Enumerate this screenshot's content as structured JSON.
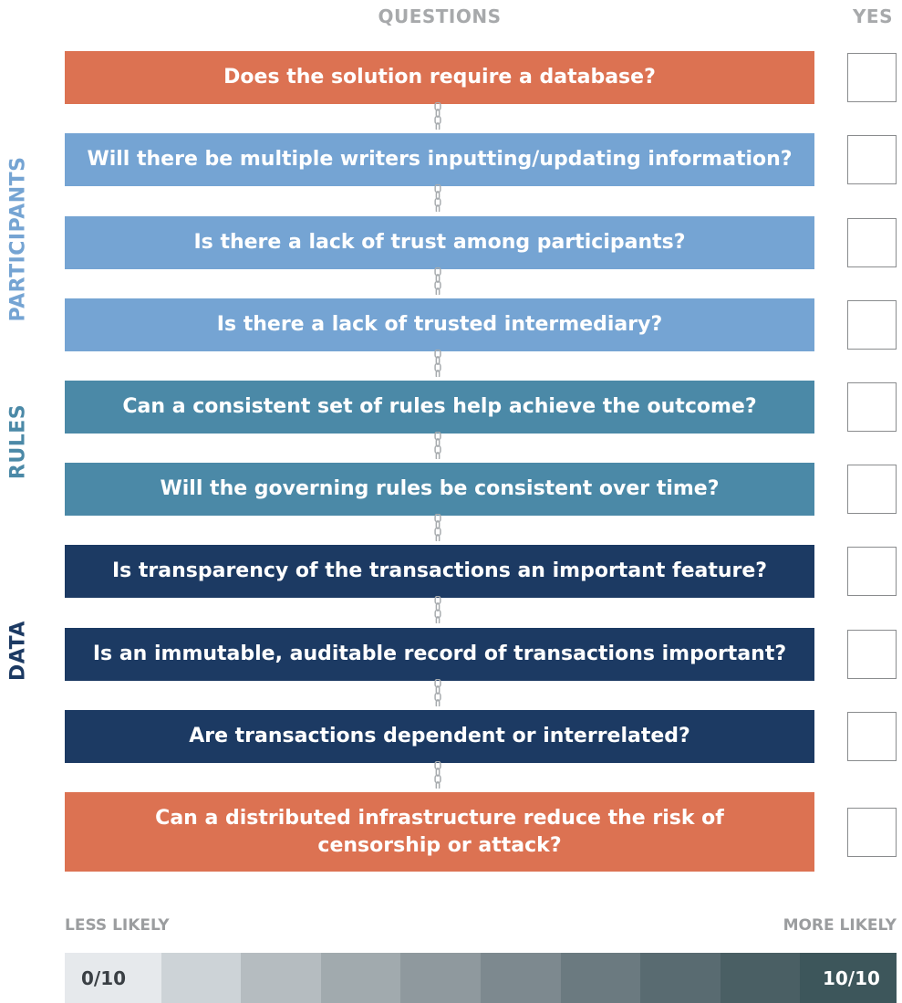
{
  "headers": {
    "questions": "QUESTIONS",
    "yes": "YES"
  },
  "side_labels": [
    {
      "text": "PARTICIPANTS",
      "color": "#75a4d3"
    },
    {
      "text": "RULES",
      "color": "#4b89a7"
    },
    {
      "text": "DATA",
      "color": "#1c3a63"
    }
  ],
  "colors": {
    "orange": "#dc7252",
    "light_blue": "#75a4d3",
    "mid_blue": "#4b89a7",
    "dark_navy": "#1c3a63"
  },
  "questions": [
    {
      "lines": [
        "Does the solution require a database?"
      ],
      "group": "orange",
      "checked": false
    },
    {
      "lines": [
        "Will there be multiple writers inputting/updating information?"
      ],
      "group": "light",
      "checked": false
    },
    {
      "lines": [
        "Is there a lack of trust among participants?"
      ],
      "group": "light",
      "checked": false
    },
    {
      "lines": [
        "Is there a lack of trusted intermediary?"
      ],
      "group": "light",
      "checked": false
    },
    {
      "lines": [
        "Can a consistent set of rules help achieve the outcome?"
      ],
      "group": "mid",
      "checked": false
    },
    {
      "lines": [
        "Will the governing rules be consistent over time?"
      ],
      "group": "mid",
      "checked": false
    },
    {
      "lines": [
        "Is transparency of the transactions an important feature?"
      ],
      "group": "dark",
      "checked": false
    },
    {
      "lines": [
        "Is an immutable, auditable record of transactions important?"
      ],
      "group": "dark",
      "checked": false
    },
    {
      "lines": [
        "Are transactions dependent or interrelated?"
      ],
      "group": "dark",
      "checked": false
    },
    {
      "lines": [
        "Can a distributed infrastructure reduce the risk of",
        "censorship or attack?"
      ],
      "group": "orange",
      "checked": false
    }
  ],
  "scale": {
    "less_label": "LESS LIKELY",
    "more_label": "MORE LIKELY",
    "start_text": "0/10",
    "end_text": "10/10",
    "colors": [
      "#e6e9ec",
      "#cdd3d7",
      "#b5bcc0",
      "#a1aaae",
      "#8f999e",
      "#7d898f",
      "#6b7a80",
      "#596b71",
      "#4a5f64",
      "#3d565b"
    ]
  }
}
